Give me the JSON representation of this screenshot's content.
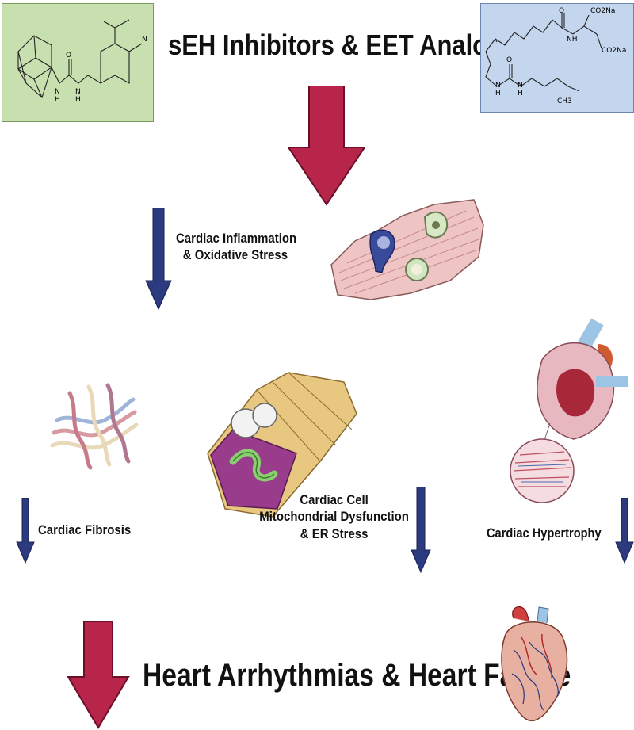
{
  "top": {
    "title": "sEH Inhibitors & EET Analogs"
  },
  "molecules": {
    "left": {
      "atom_labels": [
        "O",
        "N",
        "H",
        "N",
        "H",
        "N"
      ]
    },
    "right": {
      "atom_labels": [
        "O",
        "CO2Na",
        "NH",
        "CO2Na",
        "O",
        "N",
        "H",
        "N",
        "H",
        "CH3"
      ]
    }
  },
  "effects": {
    "inflammation": {
      "line1": "Cardiac Inflammation",
      "line2": "& Oxidative Stress"
    },
    "fibrosis": {
      "label": "Cardiac Fibrosis"
    },
    "mito": {
      "line1": "Cardiac Cell",
      "line2": "Mitochondrial Dysfunction",
      "line3": "& ER Stress"
    },
    "hypertrophy": {
      "label": "Cardiac Hypertrophy"
    }
  },
  "bottom": {
    "title": "Heart Arrhythmias & Heart Failure"
  },
  "colors": {
    "left_box": "#c8e0b0",
    "right_box": "#c4d6ee",
    "big_arrow": "#b8254a",
    "small_arrow": "#2c3a80"
  }
}
